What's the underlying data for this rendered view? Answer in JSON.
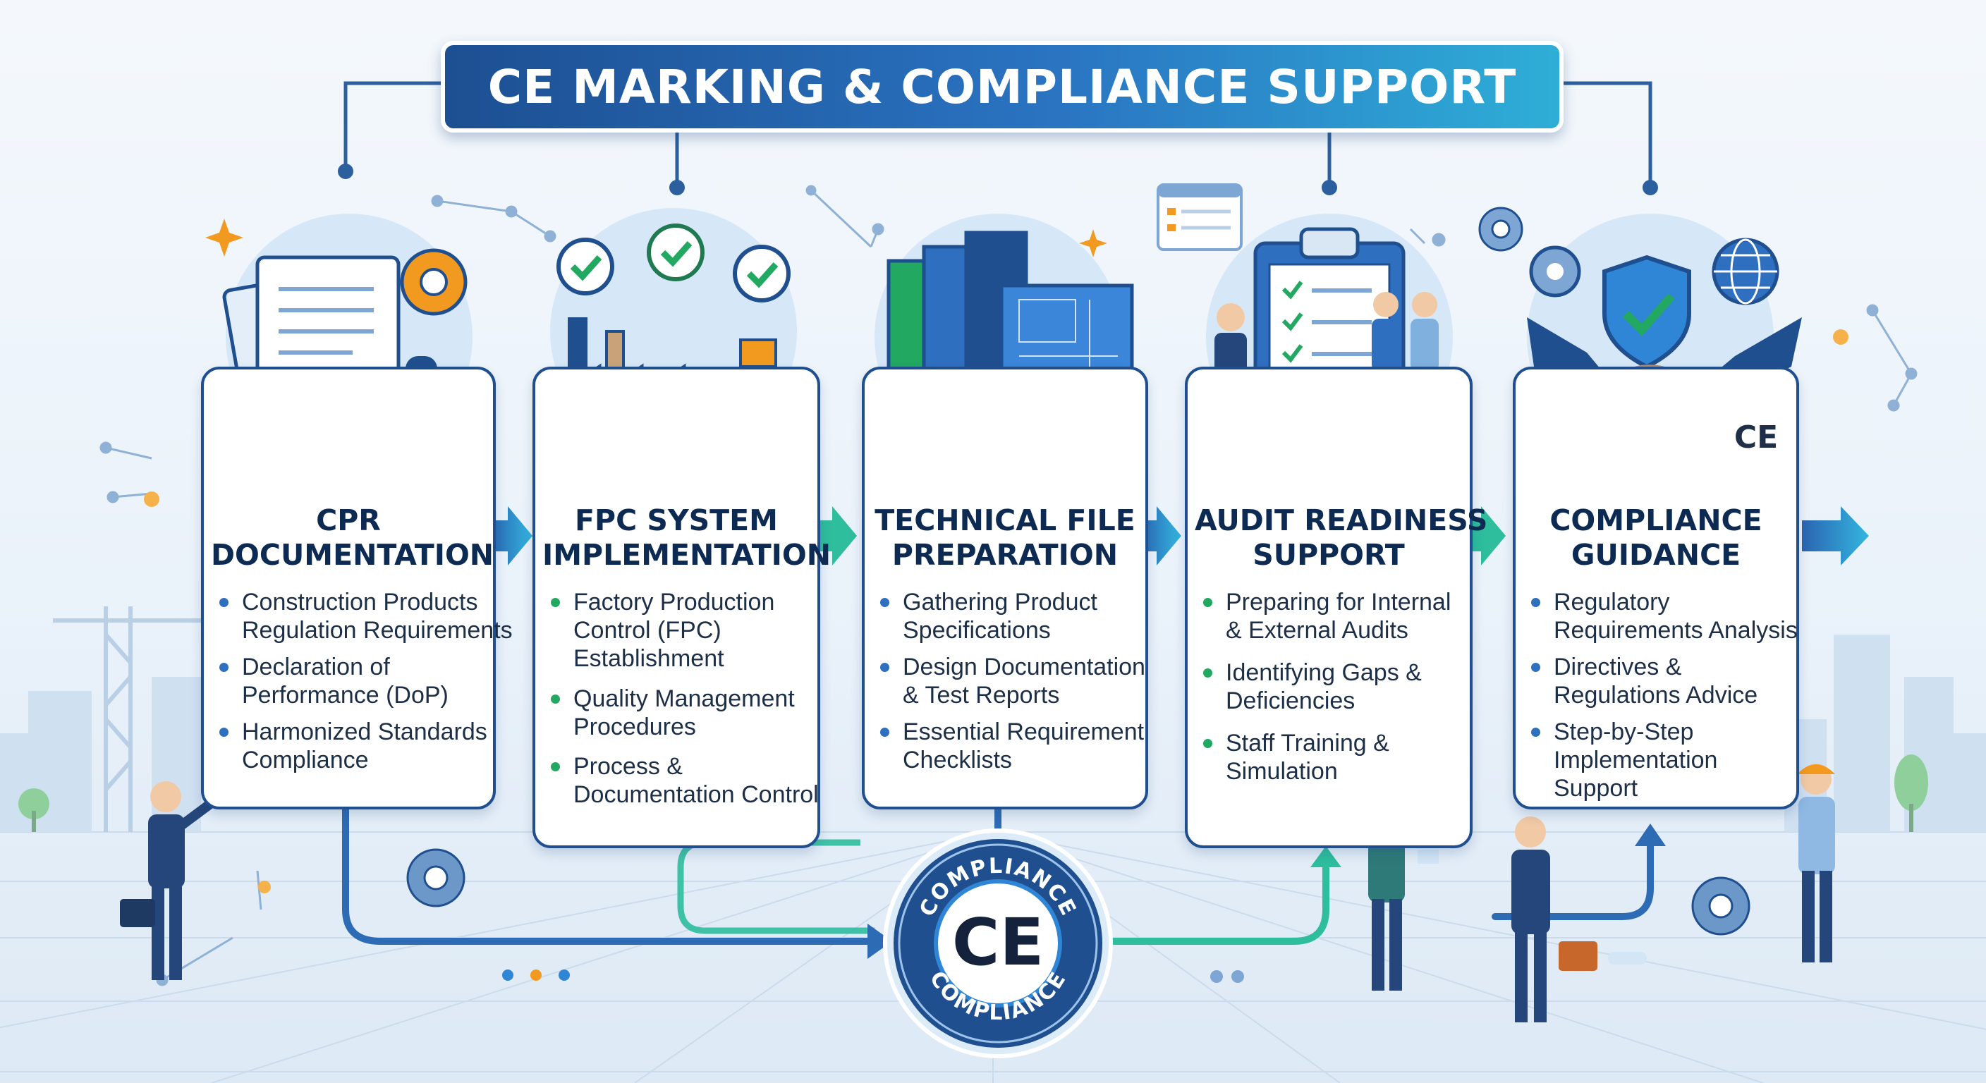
{
  "title": "CE MARKING & COMPLIANCE SUPPORT",
  "colors": {
    "primary_blue": "#1f4f8e",
    "accent_teal": "#2eaed7",
    "green": "#22a861",
    "orange": "#f29a1f",
    "card_border": "#1f4f8e"
  },
  "steps": [
    {
      "title_lines": [
        "CPR",
        "DOCUMENTATION"
      ],
      "icon": "document-seal-icon",
      "bullets": [
        [
          "Construction Products",
          "Regulation Requirements"
        ],
        [
          "Declaration of",
          "Performance (DoP)"
        ],
        [
          "Harmonized Standards",
          "Compliance"
        ]
      ]
    },
    {
      "title_lines": [
        "FPC SYSTEM",
        "IMPLEMENTATION"
      ],
      "icon": "factory-flowchart-icon",
      "bullets": [
        [
          "Factory Production",
          "Control (FPC)",
          "Establishment"
        ],
        [
          "Quality Management",
          "Procedures"
        ],
        [
          "Process &",
          "Documentation Control"
        ]
      ]
    },
    {
      "title_lines": [
        "TECHNICAL FILE",
        "PREPARATION"
      ],
      "icon": "binders-magnifier-icon",
      "bullets": [
        [
          "Gathering Product",
          "Specifications"
        ],
        [
          "Design Documentation",
          "& Test Reports"
        ],
        [
          "Essential Requirement",
          "Checklists"
        ]
      ]
    },
    {
      "title_lines": [
        "AUDIT READINESS",
        "SUPPORT"
      ],
      "icon": "checklist-clipboard-icon",
      "bullets": [
        [
          "Preparing for Internal",
          "& External Audits"
        ],
        [
          "Identifying Gaps &",
          "Deficiencies"
        ],
        [
          "Staff Training &",
          "Simulation"
        ]
      ]
    },
    {
      "title_lines": [
        "COMPLIANCE",
        "GUIDANCE"
      ],
      "icon": "handshake-shield-icon",
      "bullets": [
        [
          "Regulatory",
          "Requirements Analysis"
        ],
        [
          "Directives &",
          "Regulations Advice"
        ],
        [
          "Step-by-Step",
          "Implementation",
          "Support"
        ]
      ]
    }
  ],
  "badge": {
    "top_text": "COMPLIANCE",
    "center_text": "CE",
    "bottom_text": "COMPLIANCE"
  },
  "step5_badge_text": "CE"
}
